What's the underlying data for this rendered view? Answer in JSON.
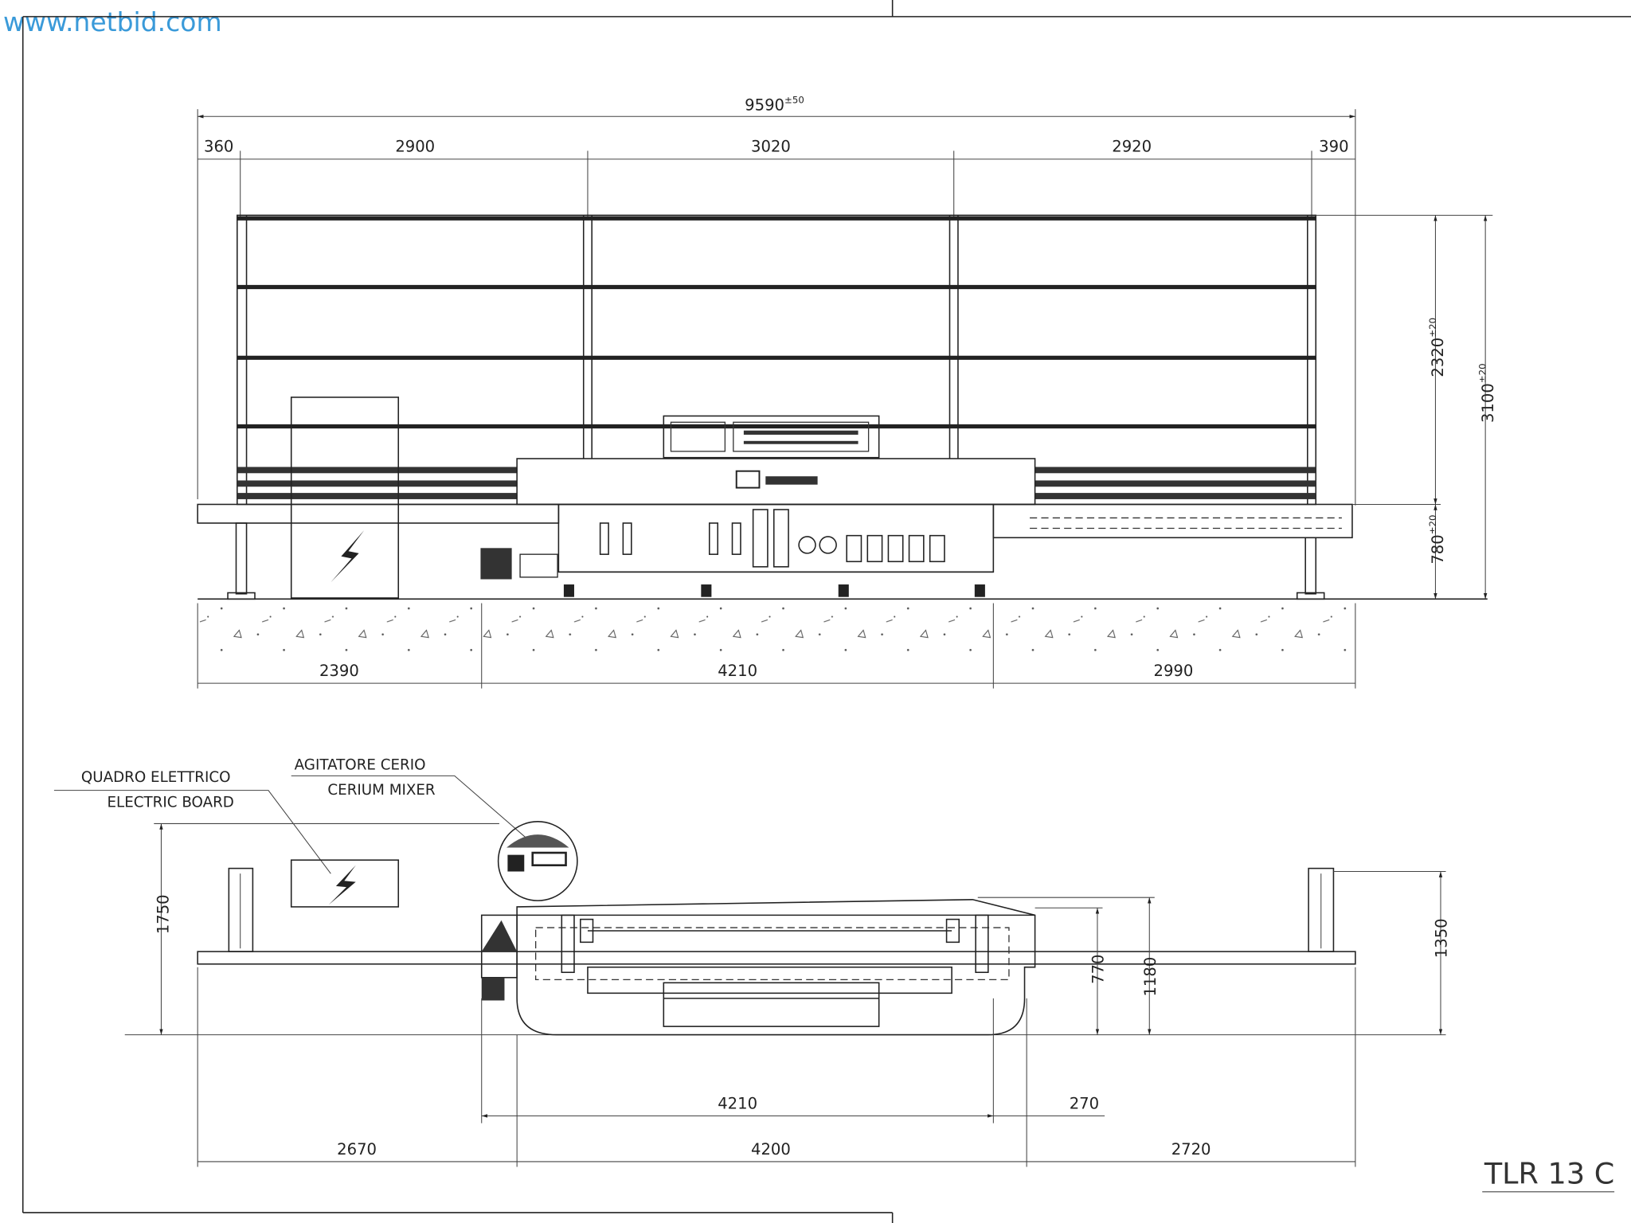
{
  "watermark": "www.netbid.com",
  "drawing_code": "TLR 13 C",
  "elevation_view": {
    "overall_length": {
      "value": "9590",
      "tolerance": "±50"
    },
    "top_segments": [
      "360",
      "2900",
      "3020",
      "2920",
      "390"
    ],
    "bottom_segments": [
      "2390",
      "4210",
      "2990"
    ],
    "heights": {
      "rack": {
        "value": "2320",
        "tolerance": "±20"
      },
      "total": {
        "value": "3100",
        "tolerance": "±20"
      },
      "conveyor": {
        "value": "780",
        "tolerance": "±20"
      }
    }
  },
  "plan_view": {
    "labels": {
      "electric_board_it": "QUADRO ELETTRICO",
      "electric_board_en": "ELECTRIC BOARD",
      "cerium_mixer_it": "AGITATORE CERIO",
      "cerium_mixer_en": "CERIUM MIXER"
    },
    "depth_total": "1750",
    "depth_770": "770",
    "depth_1180": "1180",
    "depth_1350": "1350",
    "machine_length": "4210",
    "offset": "270",
    "bottom_segments": [
      "2670",
      "4200",
      "2720"
    ]
  },
  "colors": {
    "watermark": "#3a9ad9",
    "lines": "#222222"
  }
}
